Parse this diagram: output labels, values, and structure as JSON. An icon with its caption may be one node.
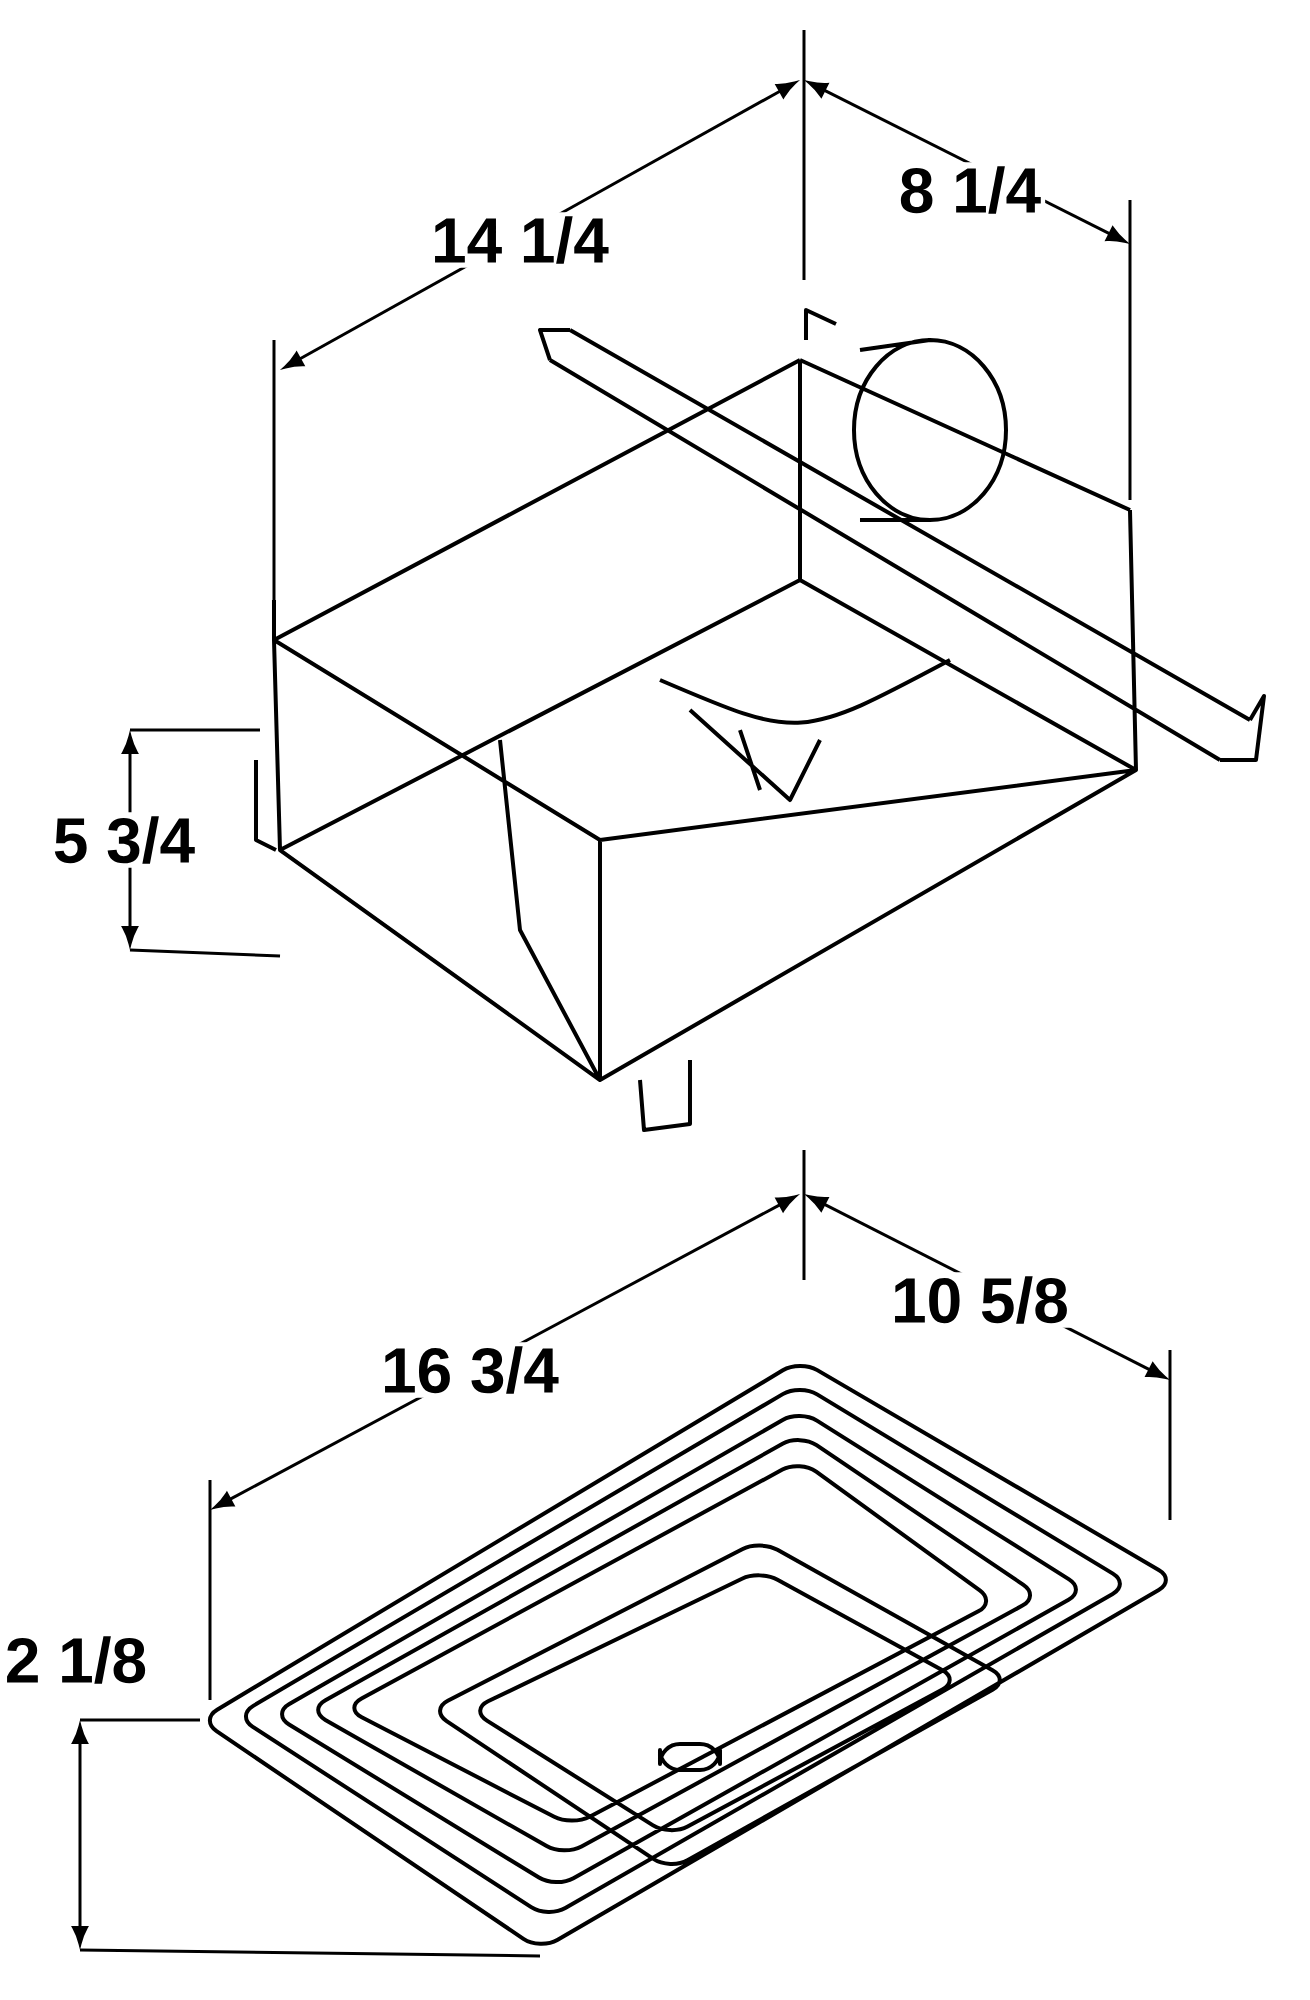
{
  "diagram": {
    "labels": [
      "14 1/4",
      "8 1/4",
      "5 3/4",
      "16 3/4",
      "10 5/8",
      "2 1/8"
    ]
  }
}
